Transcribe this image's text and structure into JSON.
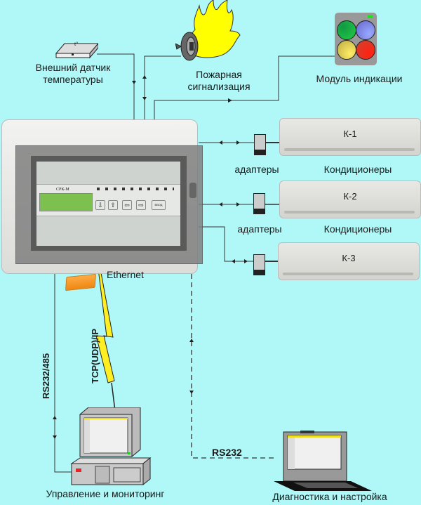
{
  "diagram": {
    "background_color": "#b0f8f8",
    "nodes": {
      "temp_sensor": {
        "label_line1": "Внешний датчик",
        "label_line2": "температуры",
        "glyph": "t°"
      },
      "fire_alarm": {
        "label_line1": "Пожарная",
        "label_line2": "сигнализация"
      },
      "indication_module": {
        "label": "Модуль индикации",
        "lamp_colors": [
          "#22bb44",
          "#8888ee",
          "#eedd66",
          "#ee3322"
        ],
        "status_led_color": "#22dd22"
      },
      "controller": {
        "model": "СРК-М",
        "button_label": "ВВОД"
      },
      "adapters": [
        {
          "label": "адаптеры"
        },
        {
          "label": "адаптеры"
        },
        {
          "label": ""
        }
      ],
      "air_conditioners": [
        {
          "unit": "К-1",
          "label": "Кондиционеры"
        },
        {
          "unit": "К-2",
          "label": "Кондиционеры"
        },
        {
          "unit": "К-3",
          "label": ""
        }
      ],
      "ethernet_module": {
        "label": "Ethernet"
      },
      "pc": {
        "label": "Управление и мониторинг"
      },
      "laptop": {
        "label": "Диагностика и настройка"
      }
    },
    "links": {
      "rs485": "RS232/485",
      "tcp": "TCP(UDP)/IP",
      "rs232": "RS232"
    }
  }
}
